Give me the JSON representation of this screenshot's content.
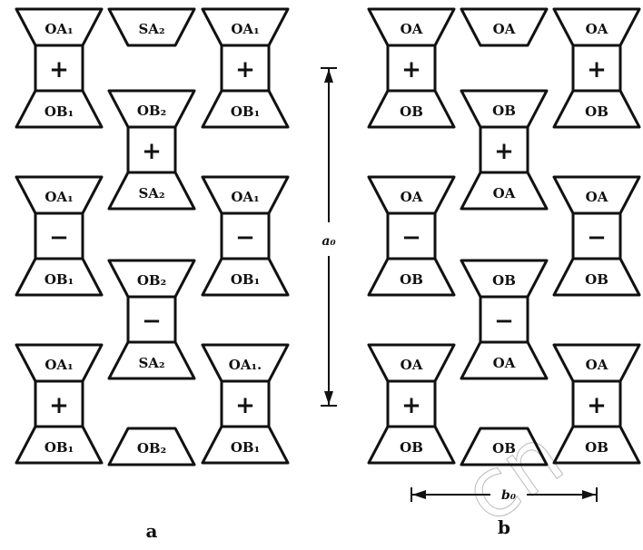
{
  "panels": [
    {
      "caption": "a",
      "columns": [
        {
          "units": [
            {
              "top": "OA₁",
              "sign": "+",
              "bottom": "OB₁"
            },
            {
              "top": "OA₁",
              "sign": "−",
              "bottom": "OB₁"
            },
            {
              "top": "OA₁",
              "sign": "+",
              "bottom": "OB₁"
            }
          ]
        },
        {
          "loose_top": "SA₂",
          "units": [
            {
              "top": "OB₂",
              "sign": "+",
              "bottom": "SA₂"
            },
            {
              "top": "OB₂",
              "sign": "−",
              "bottom": "SA₂"
            }
          ],
          "loose_bottom": "OB₂"
        },
        {
          "units": [
            {
              "top": "OA₁",
              "sign": "+",
              "bottom": "OB₁"
            },
            {
              "top": "OA₁",
              "sign": "−",
              "bottom": "OB₁"
            },
            {
              "top": "OA₁.",
              "sign": "+",
              "bottom": "OB₁"
            }
          ]
        }
      ],
      "dimension": {
        "label": "a₀"
      }
    },
    {
      "caption": "b",
      "columns": [
        {
          "units": [
            {
              "top": "OA",
              "sign": "+",
              "bottom": "OB"
            },
            {
              "top": "OA",
              "sign": "−",
              "bottom": "OB"
            },
            {
              "top": "OA",
              "sign": "+",
              "bottom": "OB"
            }
          ]
        },
        {
          "loose_top": "OA",
          "units": [
            {
              "top": "OB",
              "sign": "+",
              "bottom": "OA"
            },
            {
              "top": "OB",
              "sign": "−",
              "bottom": "OA"
            }
          ],
          "loose_bottom": "OB"
        },
        {
          "units": [
            {
              "top": "OA",
              "sign": "+",
              "bottom": "OB"
            },
            {
              "top": "OA",
              "sign": "−",
              "bottom": "OB"
            },
            {
              "top": "OA",
              "sign": "+",
              "bottom": "OB"
            }
          ]
        }
      ],
      "dimension": {
        "label": "b₀"
      }
    }
  ],
  "watermark": "cn"
}
